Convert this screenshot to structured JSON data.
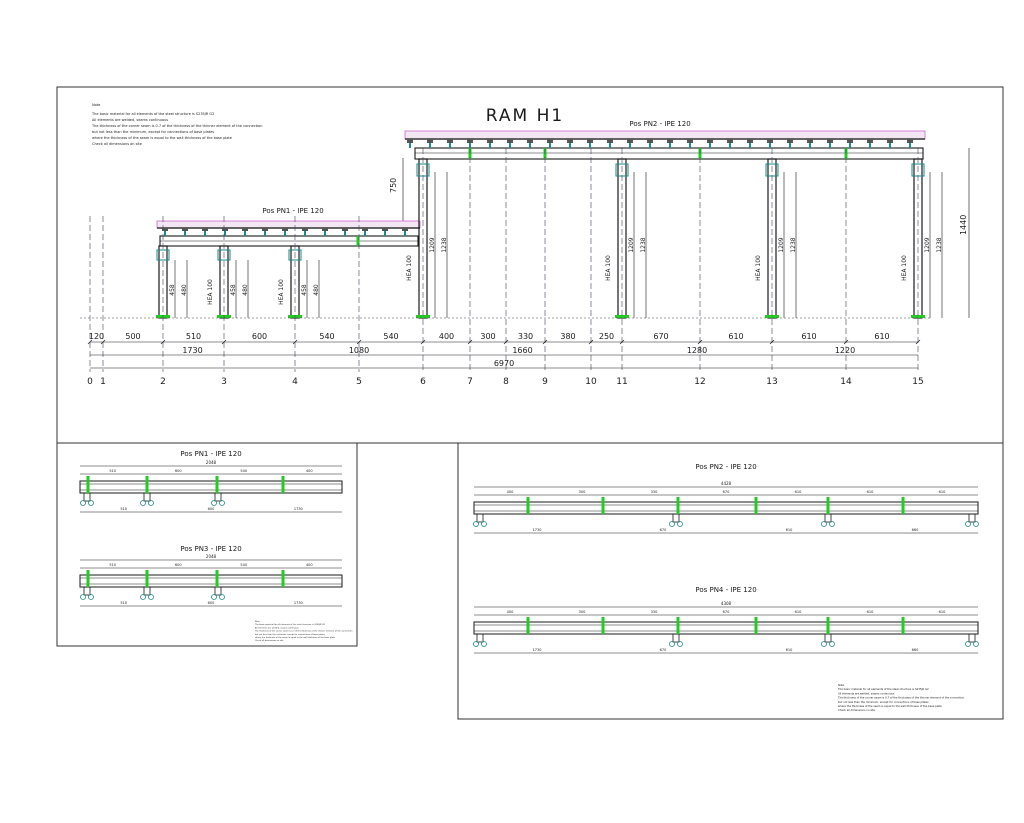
{
  "main": {
    "title": "RAM H1",
    "beam_upper_label": "Pos PN2 - IPE 120",
    "beam_lower_label": "Pos PN1 - IPE 120",
    "column_label": "HEA 100",
    "left_height": "750",
    "right_height": "1440",
    "notes": [
      "Note",
      "The basic material for all elements of the steel structure is S235JR G2",
      "All elements are welded, seams continuous",
      "The thickness of the corner seam is 0.7 of the thickness of the thinner element of the connection",
      "but not less than the minimum, except for connections of base plates",
      "where the thickness of the seam is equal to the wall thickness of the base plate",
      "Check all dimensions on site"
    ],
    "axes": [
      "0",
      "1",
      "2",
      "3",
      "4",
      "5",
      "6",
      "7",
      "8",
      "9",
      "10",
      "11",
      "12",
      "13",
      "14",
      "15"
    ],
    "spans_row1": [
      "120",
      "500",
      "510",
      "600",
      "540",
      "540",
      "400",
      "300",
      "330",
      "380",
      "250",
      "670",
      "610",
      "610",
      "610"
    ],
    "spans_row2": [
      "1730",
      "1080",
      "1660",
      "1280",
      "1220"
    ],
    "total_span": "6970",
    "col_heights_low": [
      "458",
      "480",
      "458",
      "480",
      "458",
      "480"
    ],
    "col_heights_high": [
      "1209",
      "1238",
      "1209",
      "1238",
      "1209",
      "1238",
      "1209",
      "1238"
    ]
  },
  "details": {
    "pn1": {
      "title": "Pos PN1 - IPE 120",
      "overall": "2048",
      "top_dims": [
        "510",
        "600",
        "540",
        "400"
      ],
      "bottom_dims": [
        "510",
        "600",
        "1730"
      ]
    },
    "pn3": {
      "title": "Pos PN3 - IPE 120",
      "overall": "2048",
      "top_dims": [
        "510",
        "600",
        "540",
        "400"
      ],
      "bottom_dims": [
        "510",
        "600",
        "1730"
      ]
    },
    "pn2": {
      "title": "Pos PN2 - IPE 120",
      "overall": "4428",
      "top_dims": [
        "400",
        "300",
        "330",
        "670",
        "610",
        "610",
        "610"
      ],
      "bottom_dims": [
        "1730",
        "670",
        "610",
        "660"
      ]
    },
    "pn4": {
      "title": "Pos PN4 - IPE 120",
      "overall": "4308",
      "top_dims": [
        "400",
        "300",
        "330",
        "670",
        "610",
        "610",
        "610"
      ],
      "bottom_dims": [
        "1730",
        "670",
        "610",
        "660"
      ]
    }
  },
  "colors": {
    "line": "#1a1a1a",
    "accent": "#22cc22",
    "weld": "#1a8a8a",
    "roof": "#cc66cc",
    "sheet": "#333333"
  }
}
